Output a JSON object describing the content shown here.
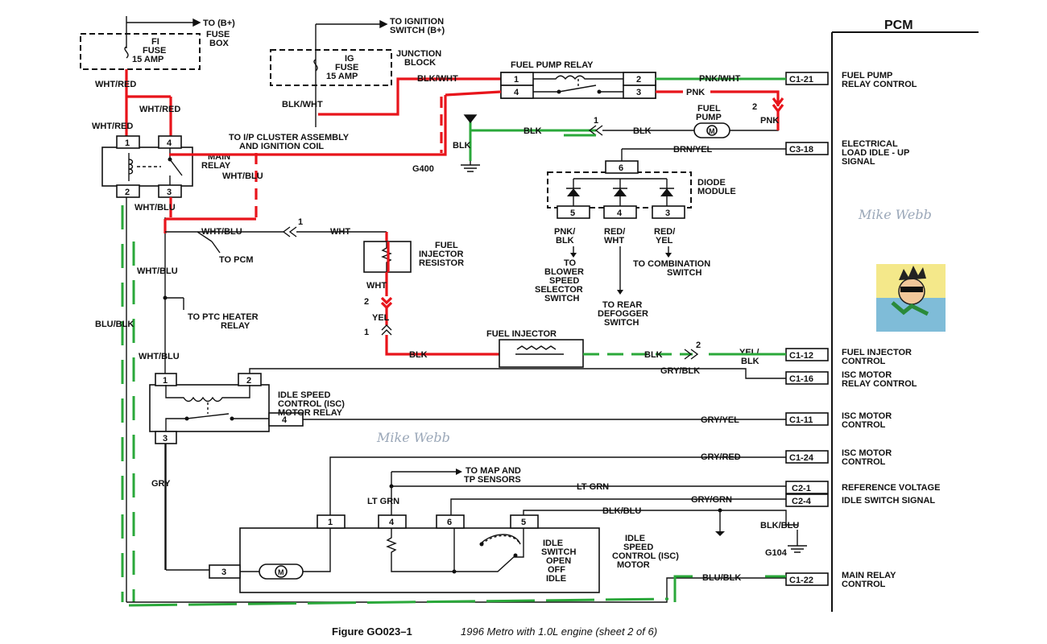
{
  "pcm": {
    "title": "PCM"
  },
  "power": {
    "to_b_plus": "TO (B+)",
    "fi_fuse": [
      "FI",
      "FUSE",
      "15 AMP"
    ],
    "fuse_box": [
      "FUSE",
      "BOX"
    ],
    "to_ign_switch": [
      "TO IGNITION",
      "SWITCH (B+)"
    ],
    "ig_fuse": [
      "IG",
      "FUSE",
      "15 AMP"
    ],
    "junction_block": [
      "JUNCTION",
      "BLOCK"
    ]
  },
  "main_relay": {
    "label": [
      "MAIN",
      "RELAY"
    ],
    "pins": [
      "1",
      "4",
      "2",
      "3"
    ]
  },
  "fuel_pump_relay": {
    "title": "FUEL PUMP RELAY",
    "pins": [
      "1",
      "2",
      "4",
      "3"
    ]
  },
  "fuel_pump": {
    "label": [
      "FUEL",
      "PUMP"
    ],
    "motor": "M"
  },
  "diode_module": {
    "label": [
      "DIODE",
      "MODULE"
    ],
    "pins": [
      "6",
      "5",
      "4",
      "3"
    ]
  },
  "wire_labels": {
    "wht_red_top": "WHT/RED",
    "wht_red_mid": "WHT/RED",
    "wht_red_left": "WHT/RED",
    "blk_wht_1": "BLK/WHT",
    "blk_wht_2": "BLK/WHT",
    "pnk_wht": "PNK/WHT",
    "pnk": "PNK",
    "pnk2": "PNK",
    "blk_pump_1": "BLK",
    "blk_pump_2": "BLK",
    "blk_g400": "BLK",
    "brn_yel": "BRN/YEL",
    "wht_blu_relay": "WHT/BLU",
    "wht_blu_2": "WHT/BLU",
    "wht_blu_3": "WHT/BLU",
    "wht_blu_4": "WHT/BLU",
    "wht_blu_5": "WHT/BLU",
    "wht_inj": "WHT",
    "wht_res": "WHT",
    "yel": "YEL",
    "blk_inj": "BLK",
    "blk_inj2": "BLK",
    "yel_blk": [
      "YEL/",
      "BLK"
    ],
    "pnk_blk": [
      "PNK/",
      "BLK"
    ],
    "red_wht": [
      "RED/",
      "WHT"
    ],
    "red_yel": [
      "RED/",
      "YEL"
    ],
    "blu_blk": "BLU/BLK",
    "blu_blk2": "BLU/BLK",
    "gry": "GRY",
    "gry_blk": "GRY/BLK",
    "gry_yel": "GRY/YEL",
    "gry_red": "GRY/RED",
    "lt_grn": "LT GRN",
    "lt_grn2": "LT GRN",
    "gry_grn": "GRY/GRN",
    "blk_blu": "BLK/BLU",
    "blk_blu2": "BLK/BLU"
  },
  "notes": {
    "to_ip": [
      "TO I/P CLUSTER ASSEMBLY",
      "AND IGNITION COIL"
    ],
    "to_pcm": "TO PCM",
    "to_ptc": [
      "TO PTC HEATER",
      "RELAY"
    ],
    "to_blower": [
      "TO",
      "BLOWER",
      "SPEED",
      "SELECTOR",
      "SWITCH"
    ],
    "to_rear": [
      "TO REAR",
      "DEFOGGER",
      "SWITCH"
    ],
    "to_combo": [
      "TO COMBINATION",
      "SWITCH"
    ],
    "to_map": [
      "TO MAP AND",
      "TP SENSORS"
    ]
  },
  "grounds": {
    "g400": "G400",
    "g104": "G104"
  },
  "fuel_injector_resistor": [
    "FUEL",
    "INJECTOR",
    "RESISTOR"
  ],
  "fuel_injector": "FUEL INJECTOR",
  "isc_relay": {
    "label": [
      "IDLE SPEED",
      "CONTROL (ISC)",
      "MOTOR RELAY"
    ],
    "pins": [
      "1",
      "2",
      "4",
      "3"
    ]
  },
  "isc_motor": {
    "label": [
      "IDLE",
      "SPEED",
      "CONTROL (ISC)",
      "MOTOR"
    ],
    "switch_label": [
      "IDLE",
      "SWITCH",
      "OPEN",
      "OFF",
      "IDLE"
    ],
    "pins": [
      "1",
      "4",
      "6",
      "5",
      "3"
    ],
    "motor": "M"
  },
  "connector_numbers": {
    "n1": "1",
    "n2": "2",
    "n2b": "2",
    "n1b": "1",
    "n1c": "1",
    "n2c": "2"
  },
  "pcm_pins": [
    {
      "pin": "C1-21",
      "desc": [
        "FUEL PUMP",
        "RELAY CONTROL"
      ]
    },
    {
      "pin": "C3-18",
      "desc": [
        "ELECTRICAL",
        "LOAD IDLE - UP",
        "SIGNAL"
      ]
    },
    {
      "pin": "C1-12",
      "desc": [
        "FUEL INJECTOR",
        "CONTROL"
      ]
    },
    {
      "pin": "C1-16",
      "desc": [
        "ISC MOTOR",
        "RELAY CONTROL"
      ]
    },
    {
      "pin": "C1-11",
      "desc": [
        "ISC MOTOR",
        "CONTROL"
      ]
    },
    {
      "pin": "C1-24",
      "desc": [
        "ISC MOTOR",
        "CONTROL"
      ]
    },
    {
      "pin": "C2-1",
      "desc": [
        "REFERENCE VOLTAGE"
      ]
    },
    {
      "pin": "C2-4",
      "desc": [
        "IDLE SWITCH SIGNAL"
      ]
    },
    {
      "pin": "C1-22",
      "desc": [
        "MAIN RELAY",
        "CONTROL"
      ]
    }
  ],
  "watermarks": [
    "Mike Webb",
    "Mike Webb"
  ],
  "caption": {
    "figure": "Figure GO023–1",
    "text": "1996 Metro with 1.0L engine (sheet 2 of 6)"
  },
  "colors": {
    "highlight_red": "#e8141b",
    "highlight_green": "#2aa83a",
    "line": "#111111"
  }
}
